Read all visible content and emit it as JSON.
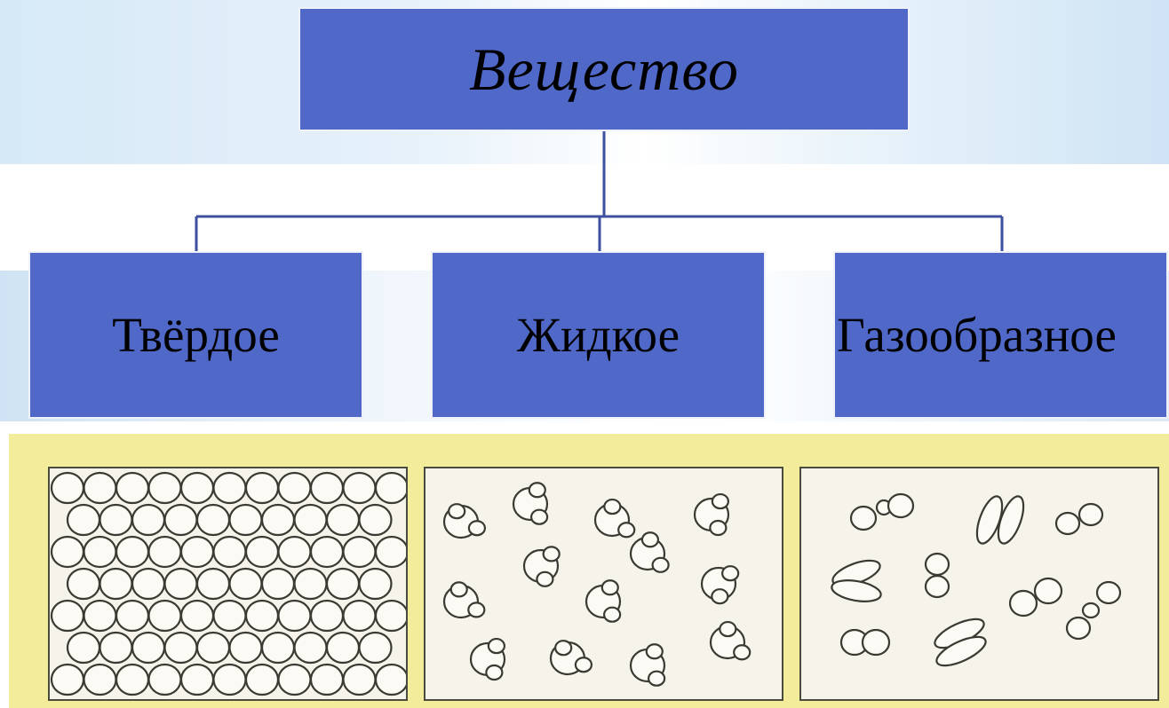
{
  "diagram": {
    "root": {
      "label": "Вещество"
    },
    "children": [
      {
        "label": "Твёрдое"
      },
      {
        "label": "Жидкое"
      },
      {
        "label": "Газообразное"
      }
    ]
  },
  "colors": {
    "box_fill": "#5068c8",
    "connector": "#3e4f9e",
    "figure_background": "#f3ec9a",
    "panel_background": "#f5f3ea",
    "particle_stroke": "#3a3a32"
  }
}
